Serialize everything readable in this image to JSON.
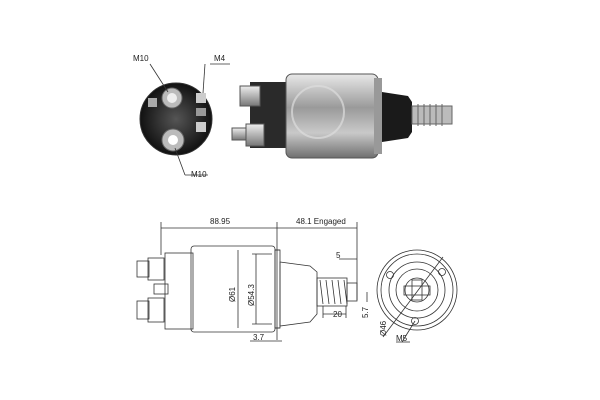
{
  "photo_view": {
    "end_view_labels": {
      "top_left_terminal": "M10",
      "top_right_terminal": "M4",
      "bottom_terminal": "M10"
    }
  },
  "drawing": {
    "side_view": {
      "overall_length": "88.95",
      "plunger_travel": "48.1 Engaged",
      "body_diameter": "Ø61",
      "inner_diameter": "Ø54.3",
      "flange_thickness": "3.7",
      "plunger_tip": "5",
      "spring_length": "20",
      "plunger_offset": "5.7"
    },
    "end_view": {
      "bolt_circle": "Ø46",
      "mount_thread": "M5"
    }
  },
  "colors": {
    "line": "#333333",
    "terminal_dark": "#1a1a1a",
    "body_metal": "#b8b8b8"
  }
}
